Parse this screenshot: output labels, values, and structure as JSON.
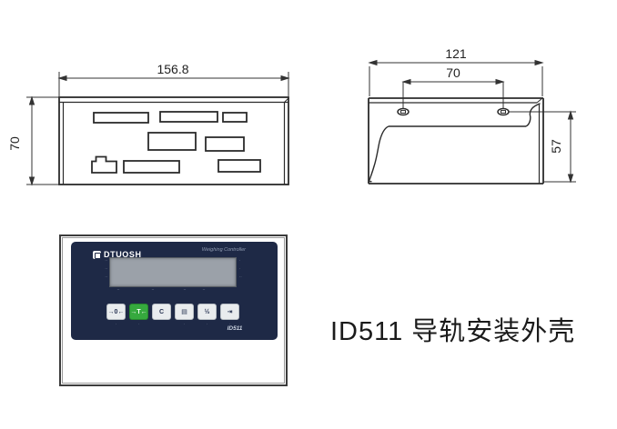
{
  "title": {
    "text": "ID511 导轨安装外壳"
  },
  "rear_view": {
    "width_dim": "156.8",
    "height_dim": "70"
  },
  "side_view": {
    "width_dim": "121",
    "hole_spacing_dim": "70",
    "height_dim": "57"
  },
  "front_panel": {
    "brand": "DTUOSH",
    "subtitle": "Weighing Controller",
    "model": "ID511",
    "display_left_indicators": [
      "··",
      "··",
      "··"
    ],
    "display_right_indicators": [
      "·",
      "·",
      "··"
    ],
    "display_bottom_marks": [
      "–",
      "–",
      "–",
      "–"
    ],
    "buttons": [
      {
        "glyph": "→0←",
        "name": "zero-button"
      },
      {
        "glyph": "→T←",
        "name": "tare-button"
      },
      {
        "glyph": "C",
        "name": "clear-button"
      },
      {
        "glyph": "▤",
        "name": "print-button"
      },
      {
        "glyph": "½",
        "name": "function-button"
      },
      {
        "glyph": "⇥",
        "name": "exit-button"
      }
    ],
    "button_sub_marks": [
      "·",
      "·",
      "",
      "·",
      "·",
      "·"
    ]
  },
  "colors": {
    "panel_navy": "#1e2946",
    "tare_green": "#36a93e",
    "line": "#333333",
    "lcd_gray": "#9ba1a9"
  }
}
